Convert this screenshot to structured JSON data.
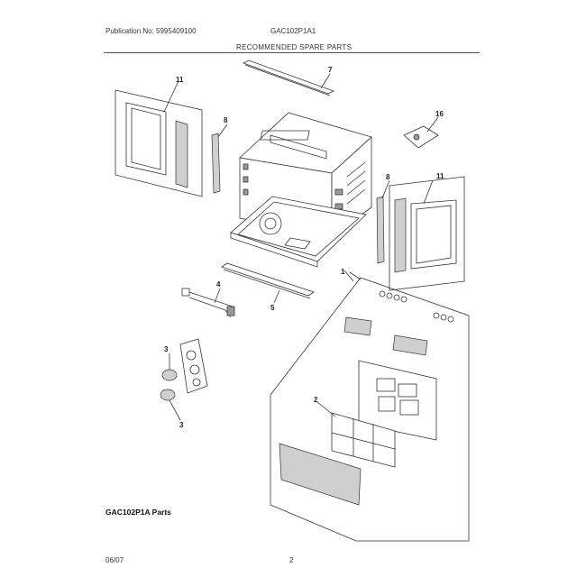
{
  "header": {
    "publication": "Publication No: 5995409100",
    "model": "GAC102P1A1",
    "title": "RECOMMENDED SPARE PARTS"
  },
  "diagram": {
    "caption": "GAC102P1A Parts",
    "callouts": {
      "c7": "7",
      "c11_left": "11",
      "c8_left": "8",
      "c16": "16",
      "c8_right": "8",
      "c11_right": "11",
      "c1": "1",
      "c4": "4",
      "c5": "5",
      "c3_top": "3",
      "c3_bottom": "3",
      "c2": "2"
    }
  },
  "footer": {
    "date": "06/07",
    "page": "2"
  }
}
